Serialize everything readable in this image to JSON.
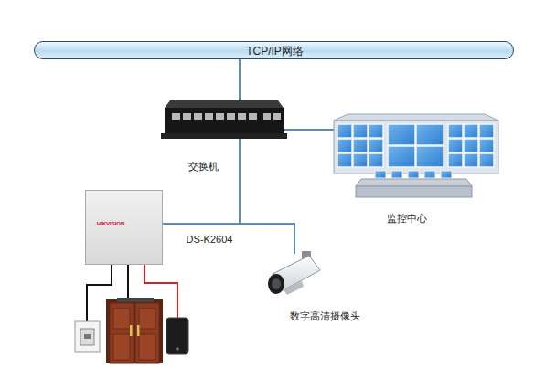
{
  "diagram": {
    "nodes": [
      {
        "text": [
          "TCP/IP网络"
        ]
      },
      {
        "text": [
          "交换机"
        ]
      },
      {
        "text": [
          "监控中心"
        ]
      },
      {
        "text": [
          "HIKVISION",
          "DS-K2604"
        ]
      },
      {
        "text": [
          "数字高清摄像头"
        ]
      }
    ],
    "edges": [
      {
        "from": 0,
        "to": 1,
        "arrow": "none"
      },
      {
        "from": 1,
        "to": 2,
        "arrow": "none"
      },
      {
        "from": 1,
        "to": 3,
        "arrow": "none"
      },
      {
        "from": 1,
        "to": 4,
        "arrow": "none"
      }
    ]
  }
}
